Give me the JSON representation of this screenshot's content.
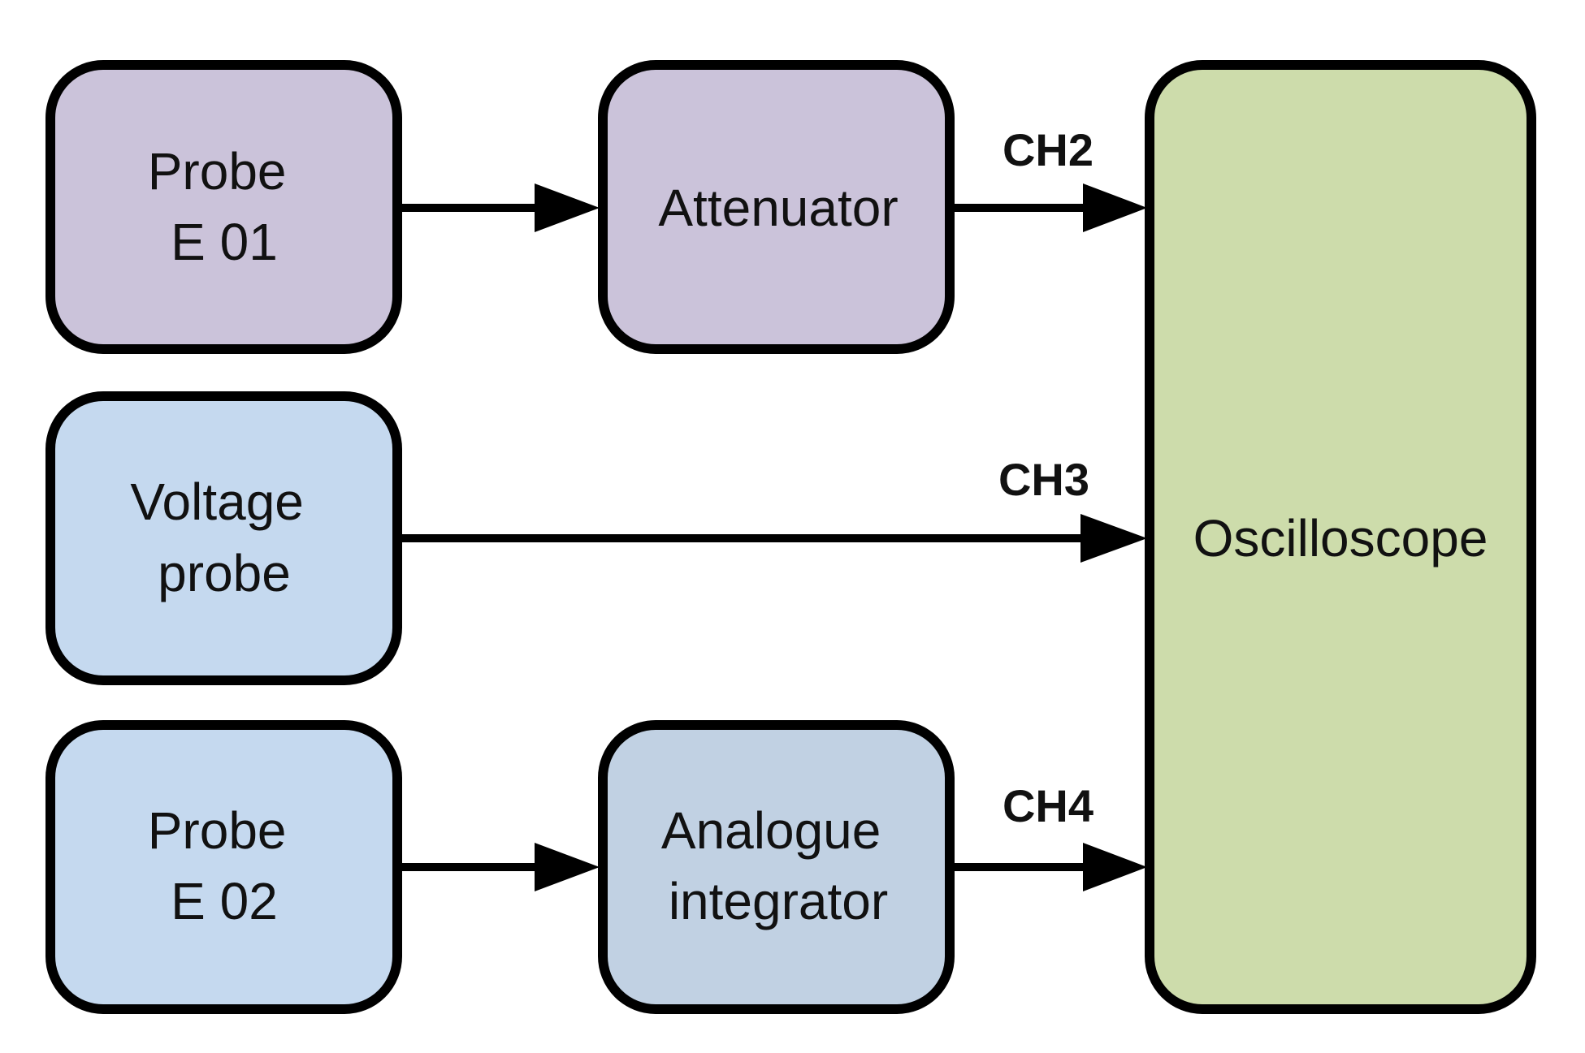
{
  "diagram": {
    "colors": {
      "probe_e01": "#cbc3da",
      "attenuator": "#cbc3da",
      "voltage_probe": "#c5d9ef",
      "probe_e02": "#c5d9ef",
      "integrator": "#c1d1e3",
      "oscilloscope": "#cddcab",
      "stroke": "#000000"
    },
    "boxes": {
      "probe_e01": {
        "line1": "Probe",
        "line2": "E 01"
      },
      "attenuator": {
        "line1": "Attenuator"
      },
      "voltage_probe": {
        "line1": "Voltage",
        "line2": "probe"
      },
      "probe_e02": {
        "line1": "Probe",
        "line2": "E 02"
      },
      "integrator": {
        "line1": "Analogue",
        "line2": "integrator"
      },
      "oscilloscope": {
        "line1": "Oscilloscope"
      }
    },
    "channels": {
      "ch2": "CH2",
      "ch3": "CH3",
      "ch4": "CH4"
    }
  }
}
